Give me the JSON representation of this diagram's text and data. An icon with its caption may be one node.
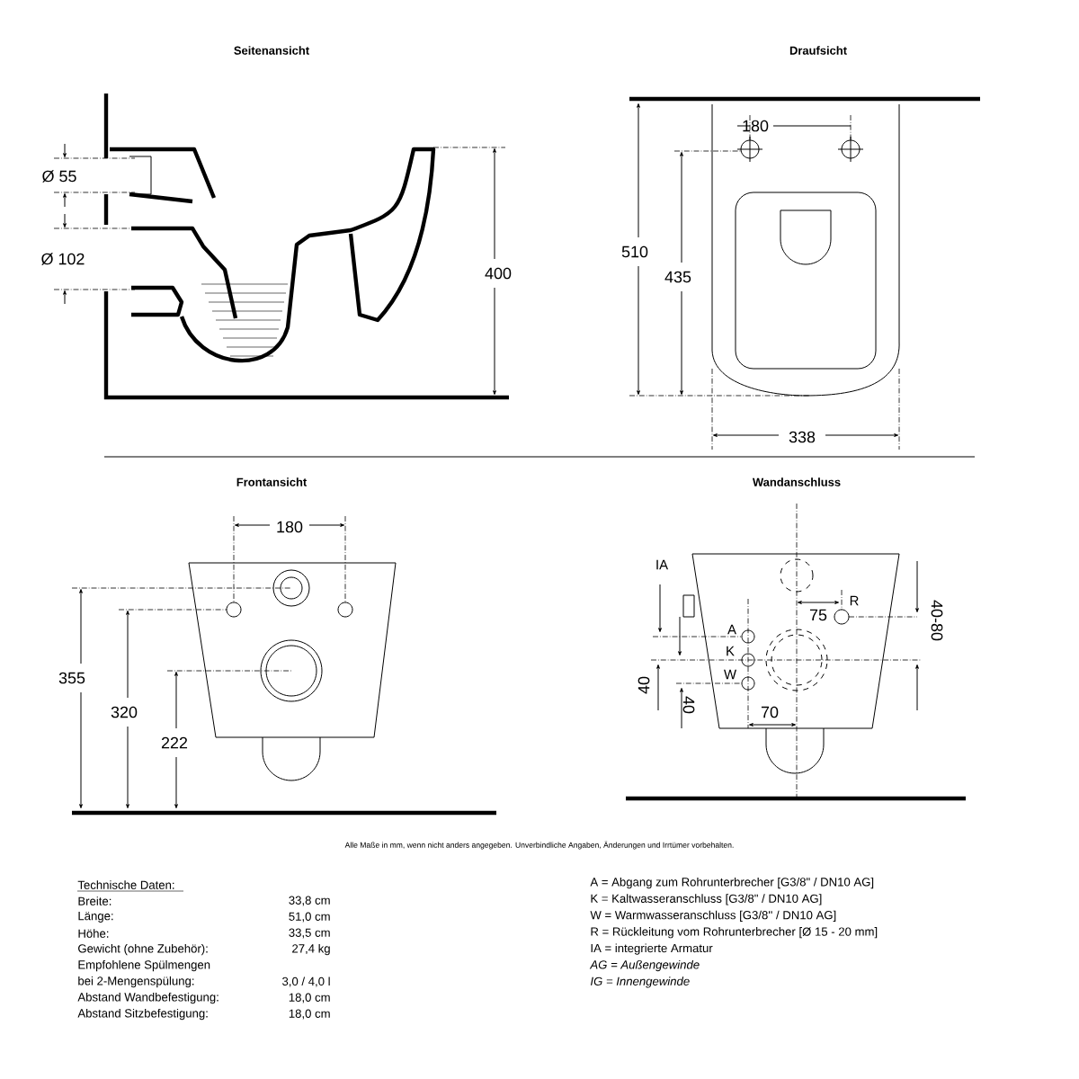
{
  "diagram": {
    "labels": [
      "Seitenansicht",
      "Ø 55",
      "Ø 102",
      "400",
      "Draufsicht",
      "180",
      "510",
      "435",
      "338",
      "Frontansicht",
      "180",
      "355",
      "320",
      "222",
      "Wandanschluss",
      "IA",
      "R",
      "75",
      "A",
      "K",
      "W",
      "40-80",
      "40",
      "40",
      "70",
      "Alle Maße in mm, wenn nicht anders angegeben. Unverbindliche Angaben, Änderungen und Irrtümer vorbehalten.",
      "Technische Daten:",
      "Breite:",
      "33,8 cm",
      "Länge:",
      "51,0 cm",
      "Höhe:",
      "33,5 cm",
      "Gewicht (ohne Zubehör):",
      "27,4 kg",
      "Empfohlene Spülmengen",
      "bei 2-Mengenspülung:",
      "3,0 / 4,0 l",
      "Abstand Wandbefestigung:",
      "18,0 cm",
      "Abstand Sitzbefestigung:",
      "18,0 cm",
      "A = Abgang zum Rohrunterbrecher [G3/8\" / DN10 AG]",
      "K = Kaltwasseranschluss [G3/8\" / DN10 AG]",
      "W = Warmwasseranschluss [G3/8'' / DN10 AG]",
      "R = Rückleitung vom Rohrunterbrecher [Ø 15 - 20 mm]",
      "IA = integrierte Armatur",
      "AG = Außengewinde",
      "IG = Innengewinde"
    ]
  }
}
